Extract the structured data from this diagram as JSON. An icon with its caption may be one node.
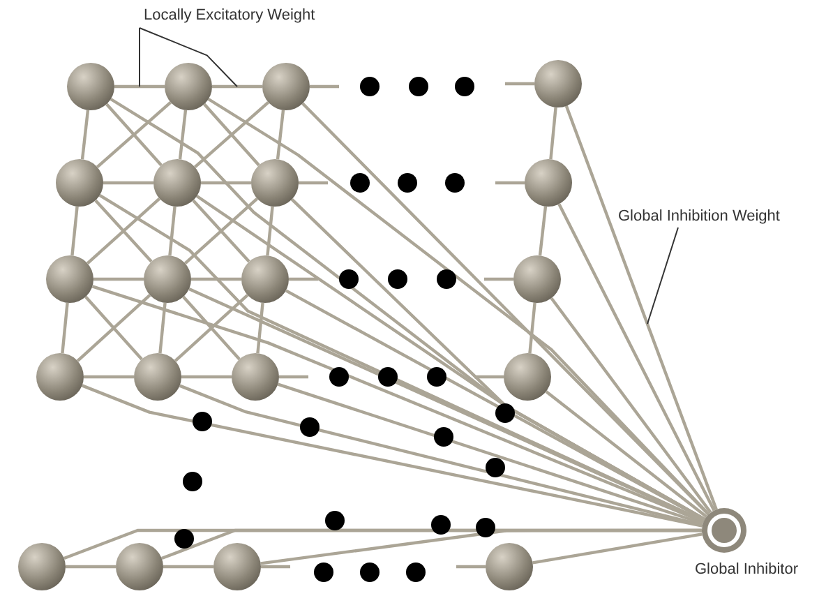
{
  "diagram": {
    "nodes": [
      {
        "text": [],
        "shape": "circle"
      },
      {
        "text": [],
        "shape": "circle"
      },
      {
        "text": [],
        "shape": "circle"
      },
      {
        "text": [],
        "shape": "circle"
      },
      {
        "text": [],
        "shape": "circle"
      },
      {
        "text": [],
        "shape": "circle"
      },
      {
        "text": [],
        "shape": "circle"
      },
      {
        "text": [],
        "shape": "circle"
      },
      {
        "text": [],
        "shape": "circle"
      },
      {
        "text": [],
        "shape": "circle"
      },
      {
        "text": [],
        "shape": "circle"
      },
      {
        "text": [],
        "shape": "circle"
      },
      {
        "text": [],
        "shape": "circle"
      },
      {
        "text": [],
        "shape": "circle"
      },
      {
        "text": [],
        "shape": "circle"
      },
      {
        "text": [],
        "shape": "circle"
      },
      {
        "text": [],
        "shape": "circle"
      },
      {
        "text": [],
        "shape": "circle"
      },
      {
        "text": [],
        "shape": "circle"
      },
      {
        "text": [],
        "shape": "circle"
      },
      {
        "text": [],
        "shape": "circle",
        "beside": [
          "Global Inhibitor"
        ]
      },
      {
        "text": [
          "Locally Excitatory Weight"
        ]
      },
      {
        "text": [
          "Global Inhibition Weight"
        ]
      }
    ],
    "edges": [
      {
        "from": 0,
        "to": 20,
        "arrow": "none"
      },
      {
        "from": 1,
        "to": 20,
        "arrow": "none"
      },
      {
        "from": 2,
        "to": 20,
        "arrow": "none"
      },
      {
        "from": 3,
        "to": 20,
        "arrow": "none"
      },
      {
        "from": 4,
        "to": 20,
        "arrow": "none"
      },
      {
        "from": 5,
        "to": 20,
        "arrow": "none"
      },
      {
        "from": 6,
        "to": 20,
        "arrow": "none"
      },
      {
        "from": 7,
        "to": 20,
        "arrow": "none"
      },
      {
        "from": 8,
        "to": 20,
        "arrow": "none"
      },
      {
        "from": 9,
        "to": 20,
        "arrow": "none"
      },
      {
        "from": 10,
        "to": 20,
        "arrow": "none"
      },
      {
        "from": 11,
        "to": 20,
        "arrow": "none"
      },
      {
        "from": 12,
        "to": 20,
        "arrow": "none"
      },
      {
        "from": 13,
        "to": 20,
        "arrow": "none"
      },
      {
        "from": 14,
        "to": 20,
        "arrow": "none"
      },
      {
        "from": 15,
        "to": 20,
        "arrow": "none"
      },
      {
        "from": 16,
        "to": 20,
        "arrow": "none"
      },
      {
        "from": 17,
        "to": 20,
        "arrow": "none"
      },
      {
        "from": 18,
        "to": 20,
        "arrow": "none"
      },
      {
        "from": 19,
        "to": 20,
        "arrow": "none"
      },
      {
        "from": 0,
        "to": 1,
        "arrow": "none"
      },
      {
        "from": 1,
        "to": 2,
        "arrow": "none"
      },
      {
        "from": 4,
        "to": 5,
        "arrow": "none"
      },
      {
        "from": 5,
        "to": 6,
        "arrow": "none"
      },
      {
        "from": 8,
        "to": 9,
        "arrow": "none"
      },
      {
        "from": 9,
        "to": 10,
        "arrow": "none"
      },
      {
        "from": 12,
        "to": 13,
        "arrow": "none"
      },
      {
        "from": 13,
        "to": 14,
        "arrow": "none"
      },
      {
        "from": 16,
        "to": 17,
        "arrow": "none"
      },
      {
        "from": 17,
        "to": 18,
        "arrow": "none"
      },
      {
        "from": 0,
        "to": 4,
        "arrow": "none"
      },
      {
        "from": 1,
        "to": 5,
        "arrow": "none"
      },
      {
        "from": 2,
        "to": 6,
        "arrow": "none"
      },
      {
        "from": 4,
        "to": 8,
        "arrow": "none"
      },
      {
        "from": 5,
        "to": 9,
        "arrow": "none"
      },
      {
        "from": 6,
        "to": 10,
        "arrow": "none"
      },
      {
        "from": 8,
        "to": 12,
        "arrow": "none"
      },
      {
        "from": 9,
        "to": 13,
        "arrow": "none"
      },
      {
        "from": 10,
        "to": 14,
        "arrow": "none"
      },
      {
        "from": 3,
        "to": 7,
        "arrow": "none"
      },
      {
        "from": 7,
        "to": 11,
        "arrow": "none"
      },
      {
        "from": 11,
        "to": 15,
        "arrow": "none"
      },
      {
        "from": 0,
        "to": 5,
        "arrow": "none"
      },
      {
        "from": 1,
        "to": 4,
        "arrow": "none"
      },
      {
        "from": 1,
        "to": 6,
        "arrow": "none"
      },
      {
        "from": 2,
        "to": 5,
        "arrow": "none"
      },
      {
        "from": 4,
        "to": 9,
        "arrow": "none"
      },
      {
        "from": 5,
        "to": 8,
        "arrow": "none"
      },
      {
        "from": 5,
        "to": 10,
        "arrow": "none"
      },
      {
        "from": 6,
        "to": 9,
        "arrow": "none"
      },
      {
        "from": 8,
        "to": 13,
        "arrow": "none"
      },
      {
        "from": 9,
        "to": 12,
        "arrow": "none"
      },
      {
        "from": 9,
        "to": 14,
        "arrow": "none"
      },
      {
        "from": 10,
        "to": 13,
        "arrow": "none"
      },
      {
        "from": 21,
        "to": null,
        "arrow": "none",
        "color": "#333333"
      },
      {
        "from": 21,
        "to": null,
        "arrow": "none",
        "color": "#333333"
      },
      {
        "from": 22,
        "to": null,
        "arrow": "none",
        "color": "#333333"
      },
      {
        "from": 2,
        "to": null,
        "arrow": "none"
      },
      {
        "from": 6,
        "to": null,
        "arrow": "none"
      },
      {
        "from": 10,
        "to": null,
        "arrow": "none"
      },
      {
        "from": 14,
        "to": null,
        "arrow": "none"
      },
      {
        "from": 18,
        "to": null,
        "arrow": "none"
      },
      {
        "from": 3,
        "to": null,
        "arrow": "none"
      },
      {
        "from": 7,
        "to": null,
        "arrow": "none"
      },
      {
        "from": 11,
        "to": null,
        "arrow": "none"
      },
      {
        "from": 15,
        "to": null,
        "arrow": "none"
      },
      {
        "from": 19,
        "to": null,
        "arrow": "none"
      }
    ]
  }
}
